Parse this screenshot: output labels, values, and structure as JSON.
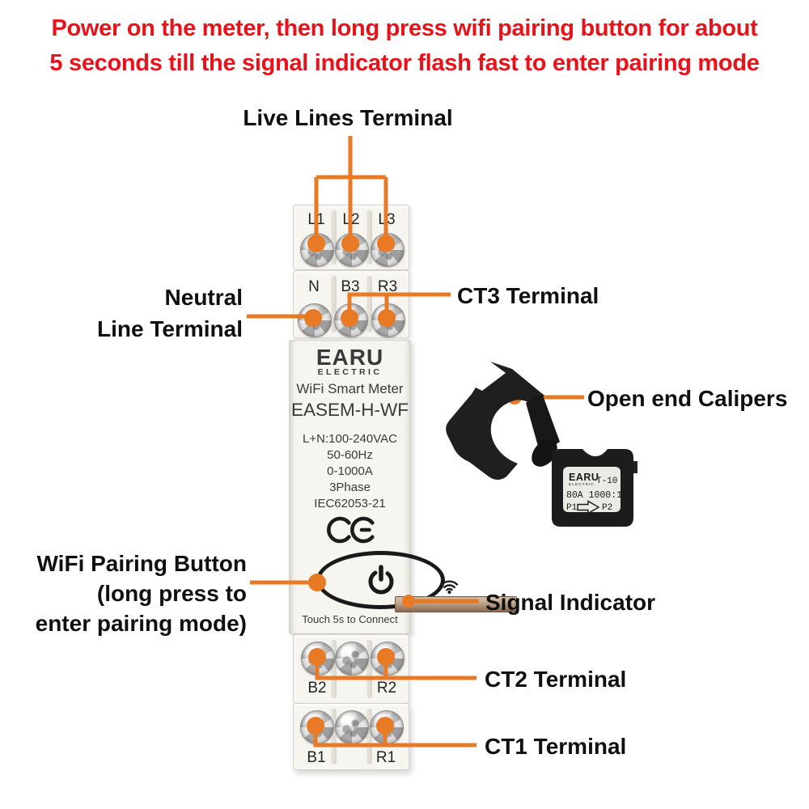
{
  "header": {
    "line1": "Power on the meter, then long press wifi pairing button for about",
    "line2": "5 seconds till the signal indicator flash fast to enter pairing mode"
  },
  "callouts": {
    "live_lines": "Live Lines Terminal",
    "neutral_line1": "Neutral",
    "neutral_line2": "Line Terminal",
    "ct3": "CT3 Terminal",
    "wifi_pairing_line1": "WiFi Pairing Button",
    "wifi_pairing_line2": "(long press to",
    "wifi_pairing_line3": "enter pairing mode)",
    "signal": "Signal Indicator",
    "open_calipers": "Open end Calipers",
    "ct2": "CT2 Terminal",
    "ct1": "CT1 Terminal"
  },
  "meter": {
    "terminals_row1": [
      "L1",
      "L2",
      "L3"
    ],
    "terminals_row2": [
      "N",
      "B3",
      "R3"
    ],
    "terminals_row3": [
      "B2",
      "R2"
    ],
    "terminals_row4": [
      "B1",
      "R1"
    ],
    "brand": "EARU",
    "brand_sub": "ELECTRIC",
    "product": "WiFi Smart Meter",
    "model": "EASEM-H-WF",
    "specs": [
      "L+N:100-240VAC",
      "50-60Hz",
      "0-1000A",
      "3Phase",
      "IEC62053-21"
    ],
    "ce_mark": "CE",
    "touch_hint": "Touch 5s to Connect"
  },
  "clamp": {
    "brand": "EARU",
    "brand_sub": "ELECTRIC",
    "model": "T-10",
    "rating": "80A 1000:1",
    "p1": "P1",
    "p2": "P2"
  },
  "colors": {
    "accent_orange": "#E87A25",
    "alert_red": "#E8131A",
    "device_body": "#F7F5F0",
    "clamp_black": "#1C1C1C",
    "led_brown": "#8A6A50"
  }
}
